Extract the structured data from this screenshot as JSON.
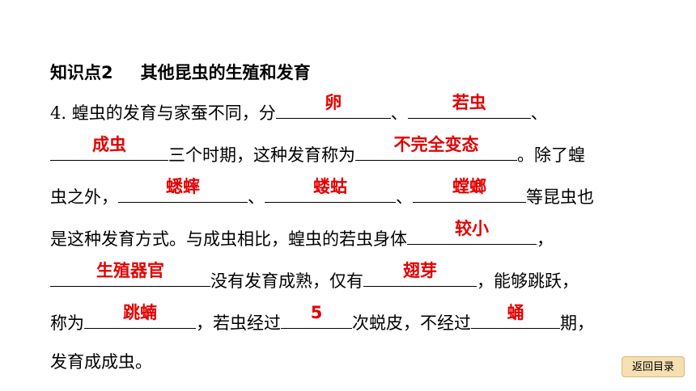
{
  "section": {
    "label": "知识点2",
    "title": "其他昆虫的生殖和发育"
  },
  "question": {
    "t1": "4. 蝗虫的发育与家蚕不同，分",
    "a1": "卵",
    "t2": "、",
    "a2": "若虫",
    "t3": "、",
    "a3": "成虫",
    "t4": "三个时期，这种发育称为",
    "a4": "不完全变态",
    "t5": "。除了蝗",
    "t6": "虫之外，",
    "a5": "蟋蟀",
    "t7": "、",
    "a6": "蝼蛄",
    "t8": "、",
    "a7": "螳螂",
    "t9": "等昆虫也",
    "t10": "是这种发育方式。与成虫相比，蝗虫的若虫身体",
    "a8": "较小",
    "t11": "，",
    "a9": "生殖器官",
    "t12": "没有发育成熟，仅有",
    "a10": "翅芽",
    "t13": "，能够跳跃，",
    "t14": "称为",
    "a11": "跳蝻",
    "t15": "，若虫经过",
    "a12": "5",
    "t16": "次蜕皮，不经过",
    "a13": "蛹",
    "t17": "期，",
    "t18": "发育成成虫。"
  },
  "nav": {
    "back_label": "返回目录"
  },
  "colors": {
    "answer": "#e30000",
    "button_bg": "#f6dfb2"
  }
}
